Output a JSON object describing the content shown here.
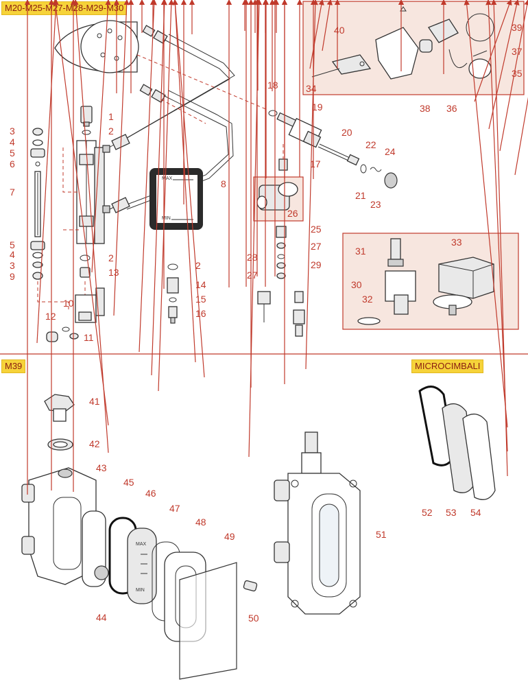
{
  "sections": {
    "top_title": "M20-M25-M27-M28-M29-M30",
    "bottom_left_title": "M39",
    "bottom_right_title": "MICROCIMBALI"
  },
  "gauge": {
    "max_label": "MAX",
    "min_label": "MIN"
  },
  "mica_text": {
    "max_label": "MAX",
    "min_label": "MIN"
  },
  "colors": {
    "accent": "#c0392b",
    "tag_bg": "#f6d33a",
    "box_bg": "#f7e6df"
  },
  "parts": [
    {
      "id": "p1",
      "label": "1"
    },
    {
      "id": "p2a",
      "label": "2"
    },
    {
      "id": "p3a",
      "label": "3"
    },
    {
      "id": "p4a",
      "label": "4"
    },
    {
      "id": "p5a",
      "label": "5"
    },
    {
      "id": "p6",
      "label": "6"
    },
    {
      "id": "p7",
      "label": "7"
    },
    {
      "id": "p8",
      "label": "8"
    },
    {
      "id": "p5b",
      "label": "5"
    },
    {
      "id": "p4b",
      "label": "4"
    },
    {
      "id": "p3b",
      "label": "3"
    },
    {
      "id": "p9",
      "label": "9"
    },
    {
      "id": "p2b",
      "label": "2"
    },
    {
      "id": "p13",
      "label": "13"
    },
    {
      "id": "p2c",
      "label": "2"
    },
    {
      "id": "p14",
      "label": "14"
    },
    {
      "id": "p15",
      "label": "15"
    },
    {
      "id": "p16",
      "label": "16"
    },
    {
      "id": "p10",
      "label": "10"
    },
    {
      "id": "p12",
      "label": "12"
    },
    {
      "id": "p11",
      "label": "11"
    },
    {
      "id": "p17",
      "label": "17"
    },
    {
      "id": "p18",
      "label": "18"
    },
    {
      "id": "p19",
      "label": "19"
    },
    {
      "id": "p20",
      "label": "20"
    },
    {
      "id": "p21",
      "label": "21"
    },
    {
      "id": "p22",
      "label": "22"
    },
    {
      "id": "p23",
      "label": "23"
    },
    {
      "id": "p24",
      "label": "24"
    },
    {
      "id": "p25",
      "label": "25"
    },
    {
      "id": "p26",
      "label": "26"
    },
    {
      "id": "p27a",
      "label": "27"
    },
    {
      "id": "p28",
      "label": "28"
    },
    {
      "id": "p29",
      "label": "29"
    },
    {
      "id": "p27b",
      "label": "27"
    },
    {
      "id": "p31",
      "label": "31"
    },
    {
      "id": "p33",
      "label": "33"
    },
    {
      "id": "p30",
      "label": "30"
    },
    {
      "id": "p32",
      "label": "32"
    },
    {
      "id": "p34",
      "label": "34"
    },
    {
      "id": "p35",
      "label": "35"
    },
    {
      "id": "p36",
      "label": "36"
    },
    {
      "id": "p37",
      "label": "37"
    },
    {
      "id": "p38",
      "label": "38"
    },
    {
      "id": "p39",
      "label": "39"
    },
    {
      "id": "p40",
      "label": "40"
    },
    {
      "id": "p41",
      "label": "41"
    },
    {
      "id": "p42",
      "label": "42"
    },
    {
      "id": "p43",
      "label": "43"
    },
    {
      "id": "p44",
      "label": "44"
    },
    {
      "id": "p45",
      "label": "45"
    },
    {
      "id": "p46",
      "label": "46"
    },
    {
      "id": "p47",
      "label": "47"
    },
    {
      "id": "p48",
      "label": "48"
    },
    {
      "id": "p49",
      "label": "49"
    },
    {
      "id": "p50",
      "label": "50"
    },
    {
      "id": "p51",
      "label": "51"
    },
    {
      "id": "p52",
      "label": "52"
    },
    {
      "id": "p53",
      "label": "53"
    },
    {
      "id": "p54",
      "label": "54"
    }
  ]
}
